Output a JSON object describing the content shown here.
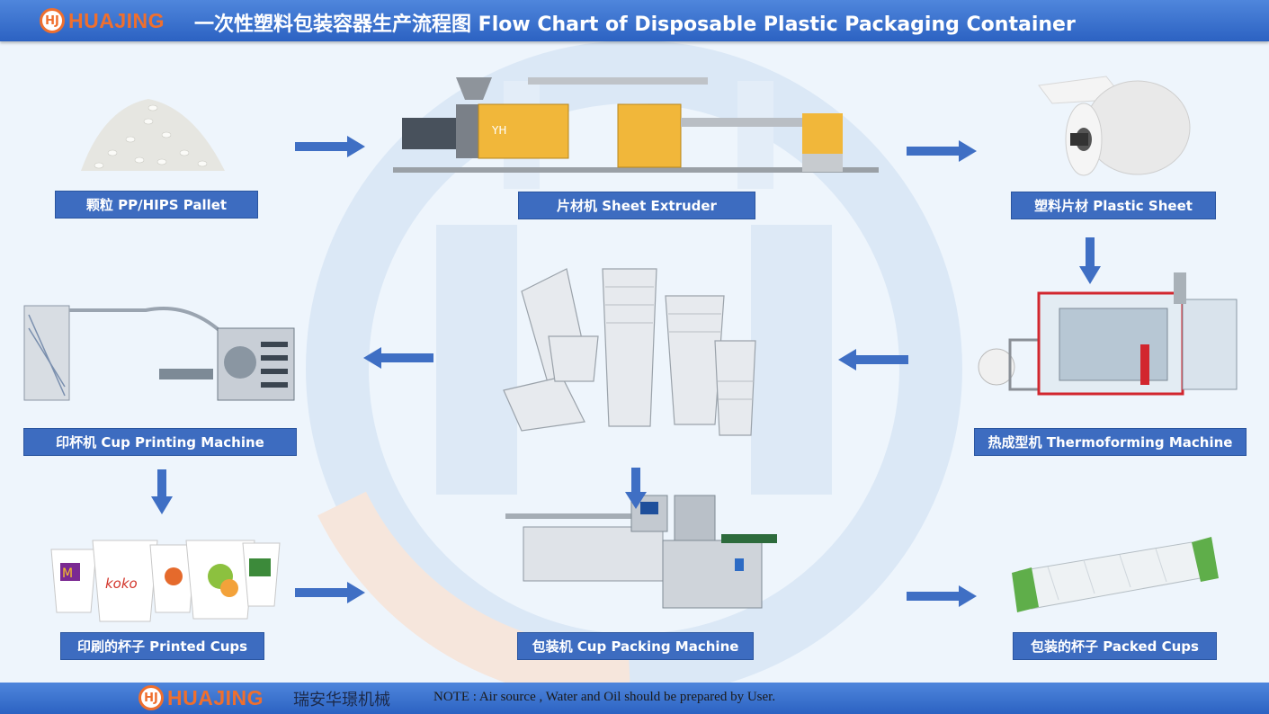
{
  "header": {
    "logo_text": "HUAJING",
    "logo_mark": "HJ",
    "title": "一次性塑料包装容器生产流程图  Flow Chart of Disposable Plastic Packaging Container"
  },
  "steps": {
    "pallet": "颗粒 PP/HIPS Pallet",
    "extruder": "片材机 Sheet Extruder",
    "sheet": "塑料片材 Plastic Sheet",
    "printing": "印杯机 Cup Printing Machine",
    "thermoforming": "热成型机 Thermoforming Machine",
    "printed_cups": "印刷的杯子 Printed Cups",
    "packing": "包装机 Cup Packing Machine",
    "packed_cups": "包装的杯子 Packed Cups"
  },
  "footer": {
    "logo_text": "HUAJING",
    "logo_mark": "HJ",
    "company": "瑞安华璟机械",
    "note": "NOTE : Air source , Water and Oil should be prepared by User."
  },
  "colors": {
    "header": "#3a6fcf",
    "label": "#3d6cc0",
    "arrow": "#3f6fc4",
    "brand": "#ef6f2e"
  }
}
